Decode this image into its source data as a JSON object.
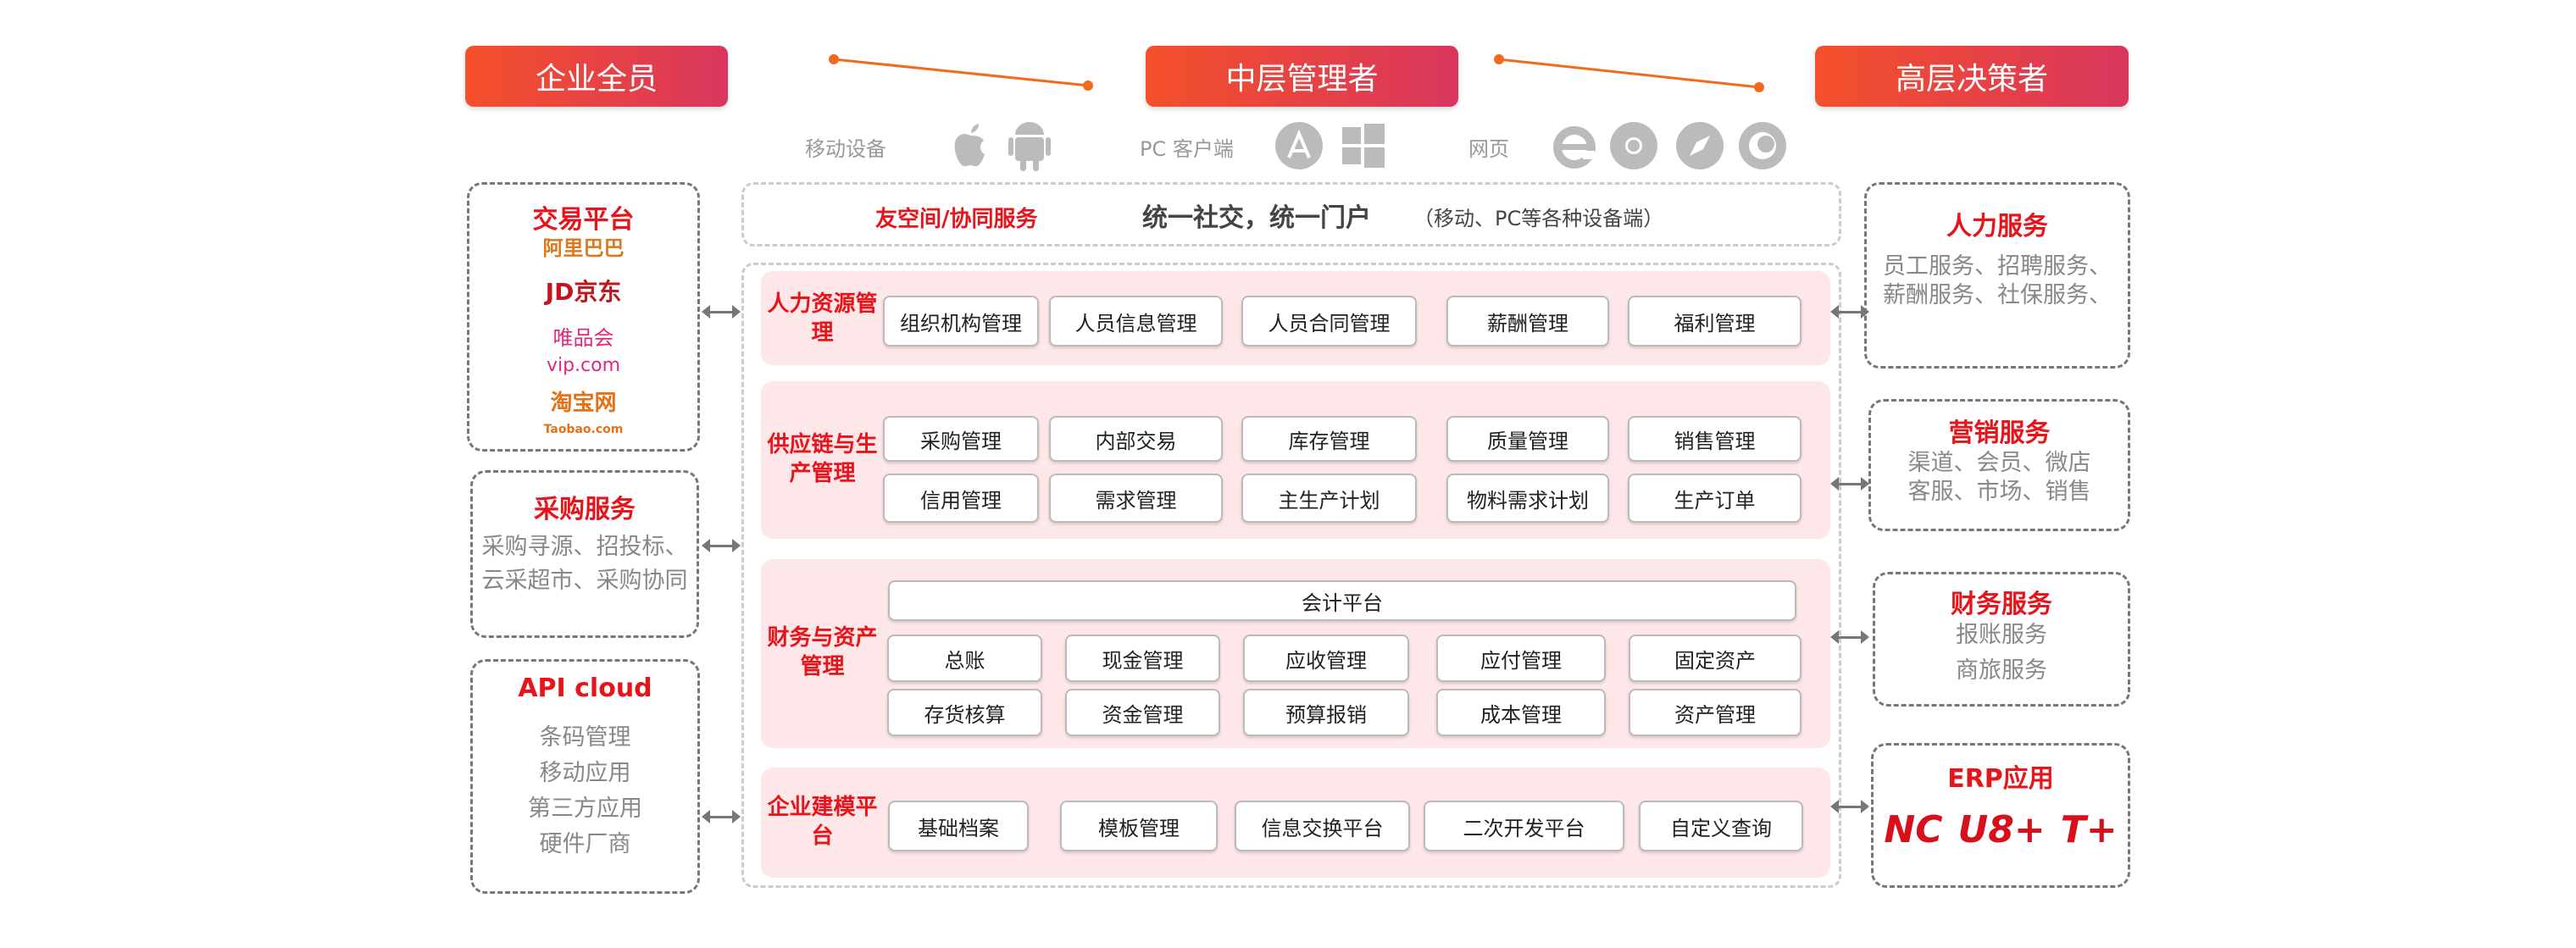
{
  "roles": [
    "企业全员",
    "中层管理者",
    "高层决策者"
  ],
  "devices": {
    "mobile": "移动设备",
    "pc": "PC 客户端",
    "web": "网页"
  },
  "portal": {
    "title": "友空间/协同服务",
    "main": "统一社交，统一门户",
    "note": "（移动、PC等各种设备端）"
  },
  "left": {
    "trade": {
      "title": "交易平台",
      "logos": [
        "阿里巴巴",
        "JD京东",
        "唯品会",
        "vip.com",
        "淘宝网",
        "Taobao.com"
      ]
    },
    "purchase": {
      "title": "采购服务",
      "lines": [
        "采购寻源、招投标、",
        "云采超市、采购协同"
      ]
    },
    "api": {
      "title": "API cloud",
      "lines": [
        "条码管理",
        "移动应用",
        "第三方应用",
        "硬件厂商"
      ]
    }
  },
  "right": {
    "hr": {
      "title": "人力服务",
      "lines": [
        "员工服务、招聘服务、",
        "薪酬服务、社保服务、"
      ]
    },
    "marketing": {
      "title": "营销服务",
      "lines": [
        "渠道、会员、微店",
        "客服、市场、销售"
      ]
    },
    "finance": {
      "title": "财务服务",
      "lines": [
        "报账服务",
        "商旅服务"
      ]
    },
    "erp": {
      "title": "ERP应用",
      "logos": [
        "NC",
        "U8+",
        "T+"
      ]
    }
  },
  "bands": {
    "hr": {
      "label": "人力资源管理",
      "items": [
        "组织机构管理",
        "人员信息管理",
        "人员合同管理",
        "薪酬管理",
        "福利管理"
      ]
    },
    "supply": {
      "label": "供应链与生产管理",
      "items": [
        "采购管理",
        "内部交易",
        "库存管理",
        "质量管理",
        "销售管理",
        "信用管理",
        "需求管理",
        "主生产计划",
        "物料需求计划",
        "生产订单"
      ]
    },
    "finance": {
      "label": "财务与资产管理",
      "platform": "会计平台",
      "items": [
        "总账",
        "现金管理",
        "应收管理",
        "应付管理",
        "固定资产",
        "存货核算",
        "资金管理",
        "预算报销",
        "成本管理",
        "资产管理"
      ]
    },
    "modeling": {
      "label": "企业建模平台",
      "items": [
        "基础档案",
        "模板管理",
        "信息交换平台",
        "二次开发平台",
        "自定义查询"
      ]
    }
  },
  "colors": {
    "accent": "#e8141c",
    "gradient_start": "#f4502a",
    "gradient_end": "#d9365e",
    "band": "#fde7e8"
  }
}
